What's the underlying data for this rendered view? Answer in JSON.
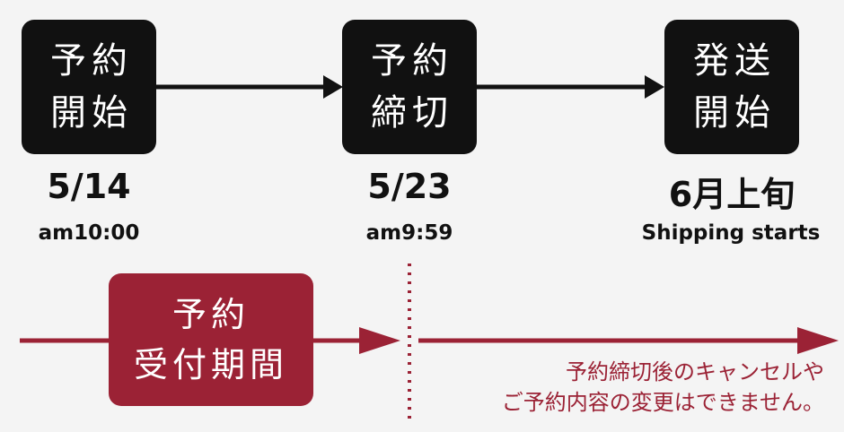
{
  "steps": [
    {
      "line1": "予約",
      "line2": "開始",
      "date": "5/14",
      "time": "am10:00"
    },
    {
      "line1": "予約",
      "line2": "締切",
      "date": "5/23",
      "time": "am9:59"
    },
    {
      "line1": "発送",
      "line2": "開始",
      "date": "6月上旬",
      "time": "Shipping starts"
    }
  ],
  "period": {
    "line1": "予約",
    "line2": "受付期間"
  },
  "note": {
    "line1": "予約締切後のキャンセルや",
    "line2": "ご予約内容の変更はできません。"
  },
  "colors": {
    "box": "#111111",
    "accent": "#9b2235",
    "background": "#f4f4f4"
  }
}
